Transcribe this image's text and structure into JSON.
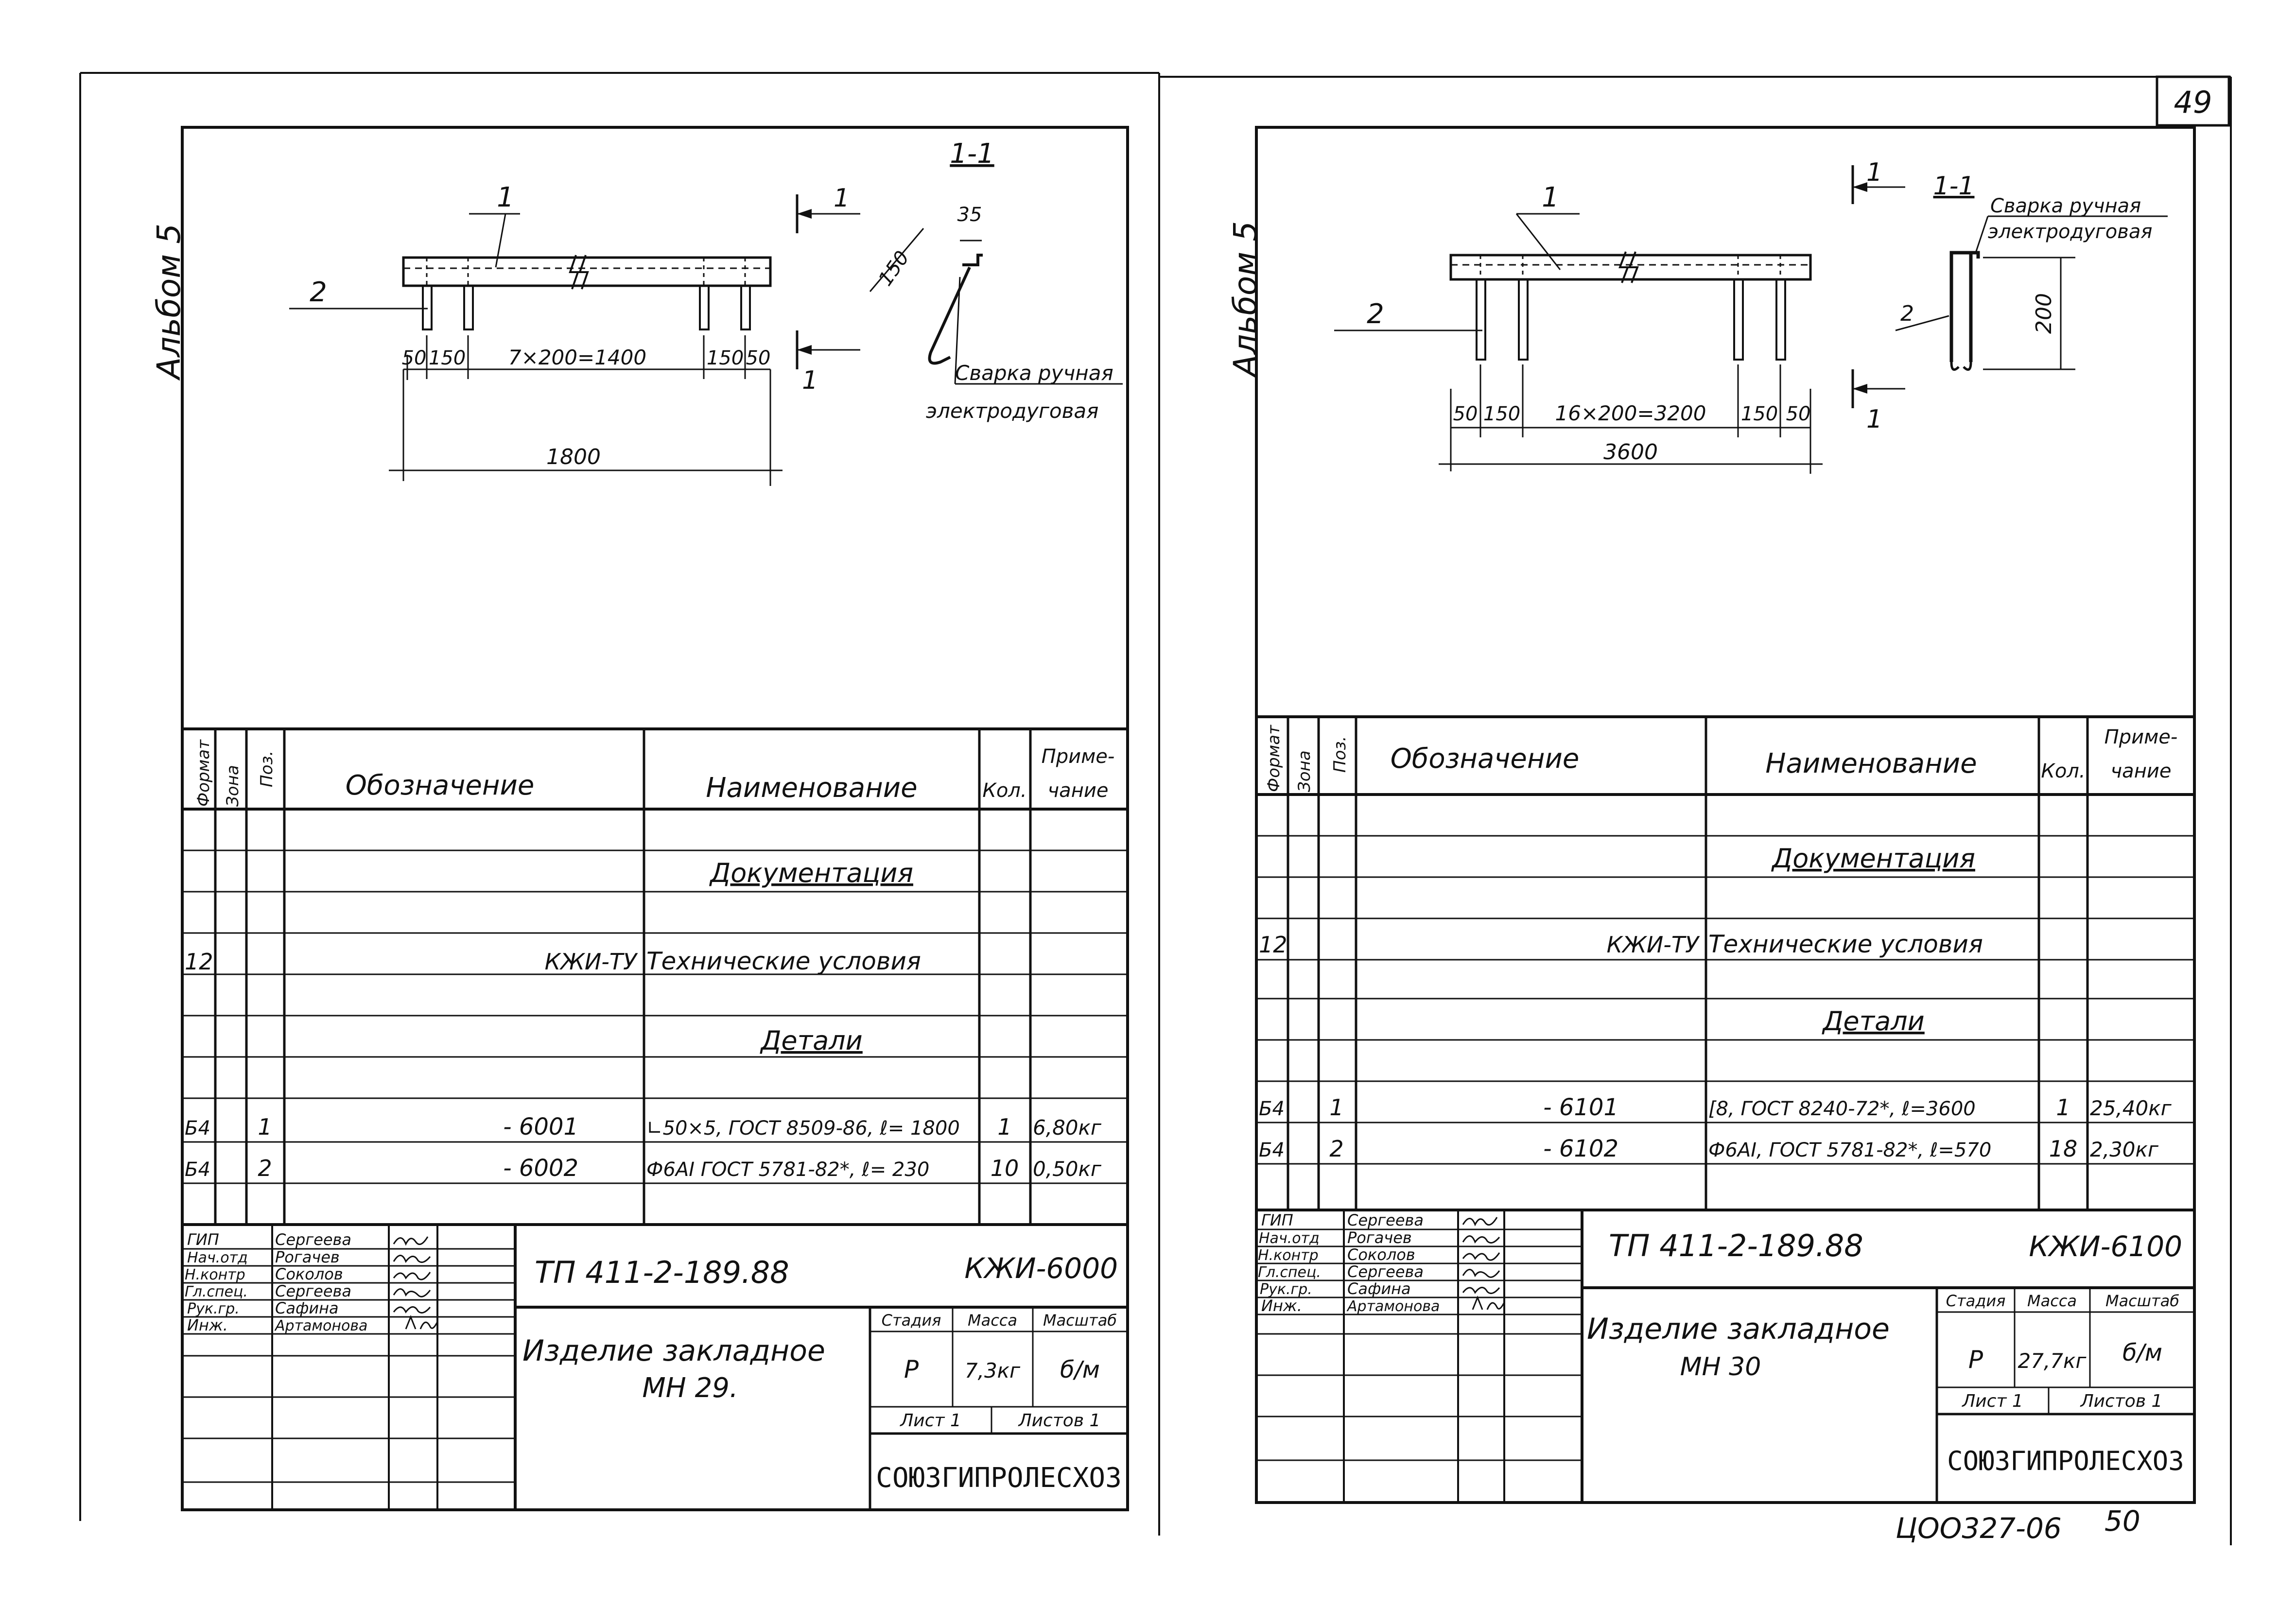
{
  "page_number": "49",
  "footer_code": "ЦОО327-06",
  "footer_number": "50",
  "sheets": [
    {
      "album": "Альбом 5",
      "drawing": {
        "pos1": "1",
        "pos2": "2",
        "section_title": "1-1",
        "cut_mark_top": "1",
        "cut_mark_bottom": "1",
        "dim_150": "150",
        "dim_35": "35",
        "weld_line1": "Сварка ручная",
        "weld_line2": "электродуговая",
        "dims": [
          "50",
          "150",
          "7×200=1400",
          "150",
          "50"
        ],
        "overall": "1800"
      },
      "spec": {
        "headers": {
          "format": "Формат",
          "zone": "Зона",
          "pos": "Поз.",
          "designation": "Обозначение",
          "name": "Наименование",
          "qty": "Кол.",
          "note1": "Приме-",
          "note2": "чание"
        },
        "section_docs": "Документация",
        "doc_row": {
          "format": "12",
          "designation": "КЖИ-ТУ",
          "name": "Технические условия"
        },
        "section_parts": "Детали",
        "rows": [
          {
            "format": "Б4",
            "pos": "1",
            "designation": "- 6001",
            "name": "∟50×5, ГОСТ 8509-86, ℓ= 1800",
            "qty": "1",
            "note": "6,80кг"
          },
          {
            "format": "Б4",
            "pos": "2",
            "designation": "- 6002",
            "name": "Ф6АI ГОСТ 5781-82*, ℓ= 230",
            "qty": "10",
            "note": "0,50кг"
          }
        ]
      },
      "stamp": {
        "people": [
          {
            "role": "ГИП",
            "name": "Сергеева"
          },
          {
            "role": "Нач.отд",
            "name": "Рогачев"
          },
          {
            "role": "Н.контр",
            "name": "Соколов"
          },
          {
            "role": "Гл.спец.",
            "name": "Сергеева"
          },
          {
            "role": "Рук.гр.",
            "name": "Сафина"
          },
          {
            "role": "Инж.",
            "name": "Артамонова"
          }
        ],
        "code": "ТП 411-2-189.88",
        "doc": "КЖИ-6000",
        "title1": "Изделие закладное",
        "title2": "МН 29.",
        "h_stage": "Стадия",
        "h_mass": "Масса",
        "h_scale": "Масштаб",
        "stage": "Р",
        "mass": "7,3кг",
        "scale": "б/м",
        "sheet": "Лист 1",
        "sheets": "Листов 1",
        "org": "СОЮЗГИПРОЛЕСХОЗ"
      }
    },
    {
      "album": "Альбом 5",
      "drawing": {
        "pos1": "1",
        "pos2": "2",
        "section_title": "1-1",
        "cut_mark_top": "1",
        "cut_mark_bottom": "1",
        "dim_200": "200",
        "pos2_section": "2",
        "weld_line1": "Сварка ручная",
        "weld_line2": "электродуговая",
        "dims": [
          "50",
          "150",
          "16×200=3200",
          "150",
          "50"
        ],
        "overall": "3600"
      },
      "spec": {
        "headers": {
          "format": "Формат",
          "zone": "Зона",
          "pos": "Поз.",
          "designation": "Обозначение",
          "name": "Наименование",
          "qty": "Кол.",
          "note1": "Приме-",
          "note2": "чание"
        },
        "section_docs": "Документация",
        "doc_row": {
          "format": "12",
          "designation": "КЖИ-ТУ",
          "name": "Технические условия"
        },
        "section_parts": "Детали",
        "rows": [
          {
            "format": "Б4",
            "pos": "1",
            "designation": "- 6101",
            "name": "[8, ГОСТ 8240-72*, ℓ=3600",
            "qty": "1",
            "note": "25,40кг"
          },
          {
            "format": "Б4",
            "pos": "2",
            "designation": "- 6102",
            "name": "Ф6АI, ГОСТ 5781-82*, ℓ=570",
            "qty": "18",
            "note": "2,30кг"
          }
        ]
      },
      "stamp": {
        "people": [
          {
            "role": "ГИП",
            "name": "Сергеева"
          },
          {
            "role": "Нач.отд",
            "name": "Рогачев"
          },
          {
            "role": "Н.контр",
            "name": "Соколов"
          },
          {
            "role": "Гл.спец.",
            "name": "Сергеева"
          },
          {
            "role": "Рук.гр.",
            "name": "Сафина"
          },
          {
            "role": "Инж.",
            "name": "Артамонова"
          }
        ],
        "code": "ТП 411-2-189.88",
        "doc": "КЖИ-6100",
        "title1": "Изделие закладное",
        "title2": "МН 30",
        "h_stage": "Стадия",
        "h_mass": "Масса",
        "h_scale": "Масштаб",
        "stage": "Р",
        "mass": "27,7кг",
        "scale": "б/м",
        "sheet": "Лист 1",
        "sheets": "Листов 1",
        "org": "СОЮЗГИПРОЛЕСХОЗ"
      }
    }
  ]
}
